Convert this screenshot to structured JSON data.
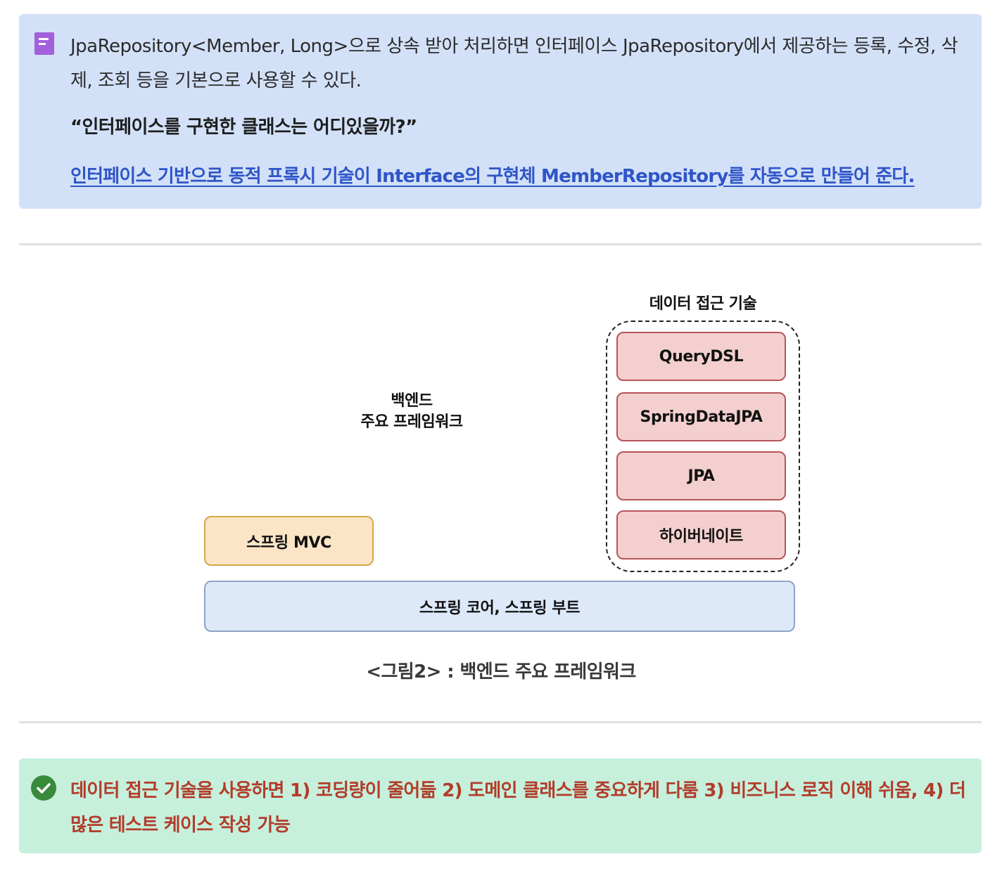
{
  "info_callout": {
    "icon": "note-icon",
    "paragraph": "JpaRepository<Member, Long>으로 상속 받아 처리하면 인터페이스 JpaRepository에서 제공하는 등록, 수정, 삭제, 조회 등을 기본으로 사용할 수 있다.",
    "question": "“인터페이스를 구현한 클래스는 어디있을까?”",
    "link_text": "인터페이스 기반으로 동적 프록시 기술이 Interface의 구현체 MemberRepository를 자동으로 만들어 준다.",
    "accent_color": "#2f55c8"
  },
  "diagram": {
    "backend_label_line1": "백엔드",
    "backend_label_line2": "주요 프레임워크",
    "data_access_group": {
      "title": "데이터 접근 기술",
      "items": [
        "QueryDSL",
        "SpringDataJPA",
        "JPA",
        "하이버네이트"
      ],
      "fill_color": "#f3d0cf",
      "border_color": "#b8535a"
    },
    "mvc_box": {
      "label": "스프링 MVC",
      "fill_color": "#fbe5c6",
      "border_color": "#d3a84a"
    },
    "core_box": {
      "label": "스프링 코어, 스프링 부트",
      "fill_color": "#dde8f9",
      "border_color": "#8ea4c8"
    },
    "caption": "<그림2> : 백엔드 주요 프레임워크"
  },
  "success_callout": {
    "icon": "check-circle-icon",
    "text": "데이터 접근 기술을 사용하면 1) 코딩량이 줄어듦 2) 도메인 클래스를 중요하게 다룸 3) 비즈니스 로직 이해 쉬움, 4) 더 많은 테스트 케이스 작성 가능",
    "text_color": "#b33b2a",
    "icon_color": "#3a8a3c"
  }
}
